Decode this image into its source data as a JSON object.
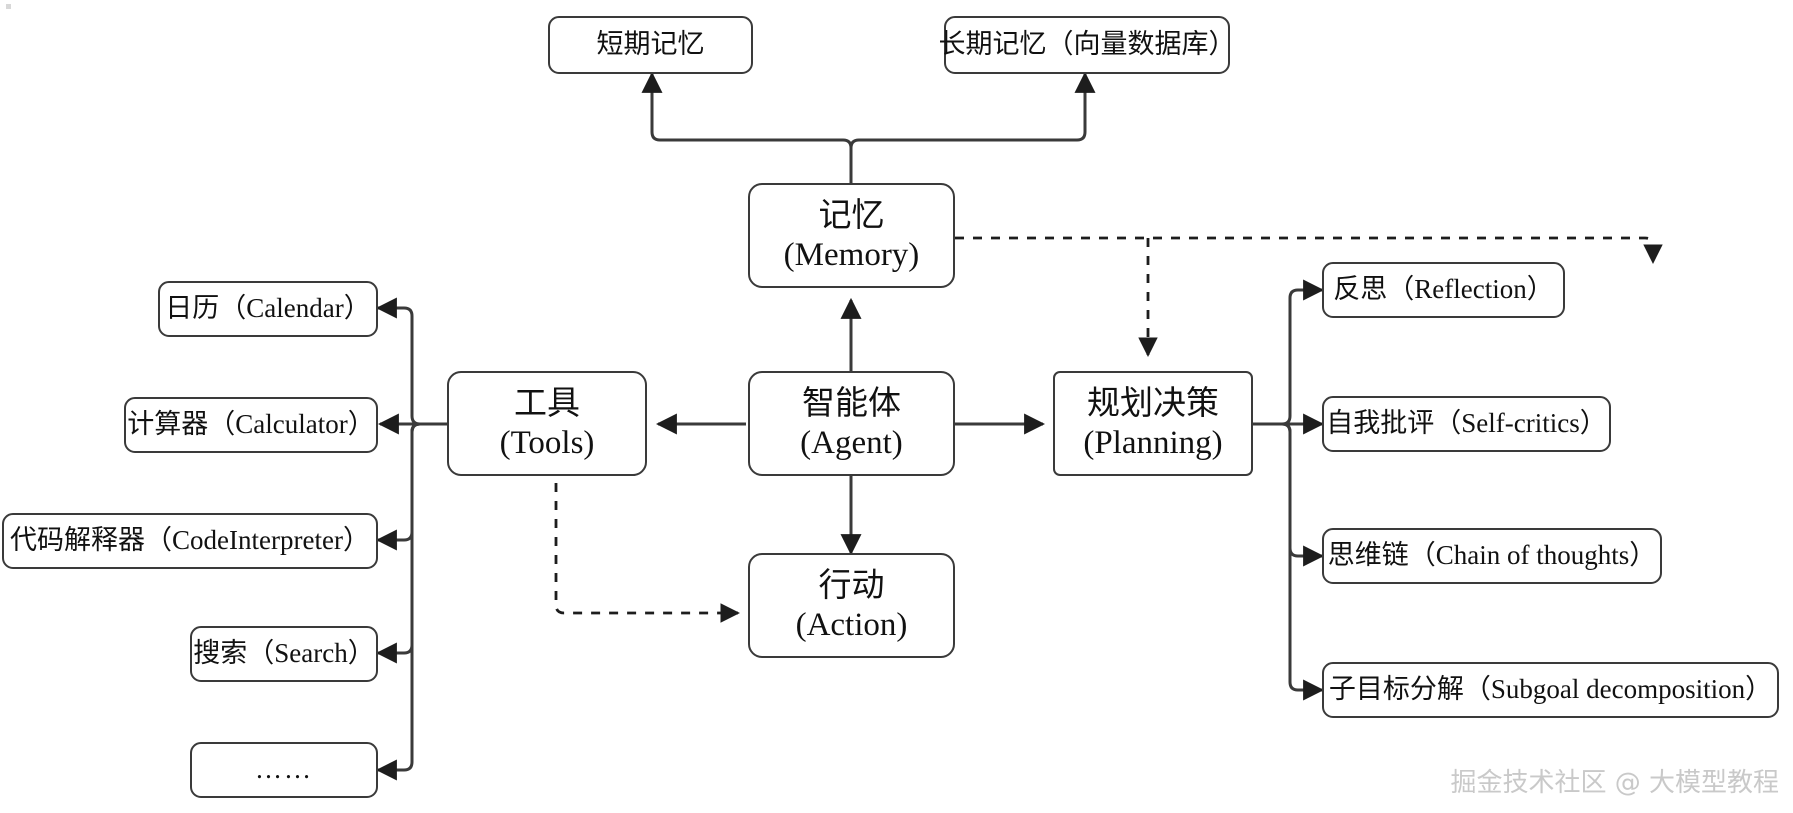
{
  "diagram": {
    "title": "Agent architecture diagram",
    "background_color": "#ffffff",
    "stroke_color": "#3a3a3a",
    "text_color": "#111111",
    "core_nodes": {
      "memory": {
        "cn": "记忆",
        "en": "(Memory)"
      },
      "agent": {
        "cn": "智能体",
        "en": "(Agent)"
      },
      "tools": {
        "cn": "工具",
        "en": "(Tools)"
      },
      "planning": {
        "cn": "规划决策",
        "en": "(Planning)"
      },
      "action": {
        "cn": "行动",
        "en": "(Action)"
      }
    },
    "memory_nodes": [
      {
        "label": "短期记忆"
      },
      {
        "label": "长期记忆（向量数据库）"
      }
    ],
    "tool_nodes": [
      {
        "label": "日历（Calendar）"
      },
      {
        "label": "计算器（Calculator）"
      },
      {
        "label": "代码解释器（CodeInterpreter）"
      },
      {
        "label": "搜索（Search）"
      },
      {
        "label": "……"
      }
    ],
    "planning_nodes": [
      {
        "label": "反思（Reflection）"
      },
      {
        "label": "自我批评（Self-critics）"
      },
      {
        "label": "思维链（Chain of thoughts）"
      },
      {
        "label": "子目标分解（Subgoal decomposition）"
      }
    ],
    "watermark": "掘金技术社区 @ 大模型教程"
  }
}
